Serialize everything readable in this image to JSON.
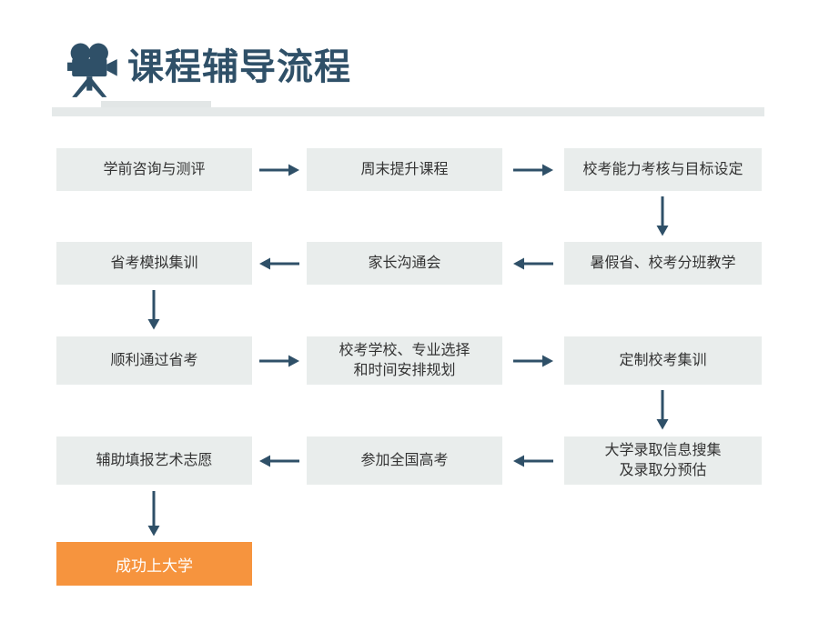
{
  "header": {
    "title": "课程辅导流程",
    "icon": "movie-camera-icon"
  },
  "flow": {
    "rows": [
      {
        "direction": "right",
        "boxes": [
          {
            "label": "学前咨询与测评"
          },
          {
            "label": "周末提升课程"
          },
          {
            "label": "校考能力考核与目标设定"
          }
        ]
      },
      {
        "direction": "left",
        "boxes": [
          {
            "label": "省考模拟集训"
          },
          {
            "label": "家长沟通会"
          },
          {
            "label": "暑假省、校考分班教学"
          }
        ]
      },
      {
        "direction": "right",
        "boxes": [
          {
            "label": "顺利通过省考"
          },
          {
            "label": "校考学校、专业选择\n和时间安排规划"
          },
          {
            "label": "定制校考集训"
          }
        ]
      },
      {
        "direction": "left",
        "boxes": [
          {
            "label": "辅助填报艺术志愿"
          },
          {
            "label": "参加全国高考"
          },
          {
            "label": "大学录取信息搜集\n及录取分预估"
          }
        ]
      }
    ],
    "final_step": {
      "label": "成功上大学"
    }
  },
  "colors": {
    "accent_slate": "#2f5068",
    "box_fill": "#e9edec",
    "final_orange": "#f6943e",
    "box_text": "#333333",
    "final_text": "#ffffff"
  }
}
